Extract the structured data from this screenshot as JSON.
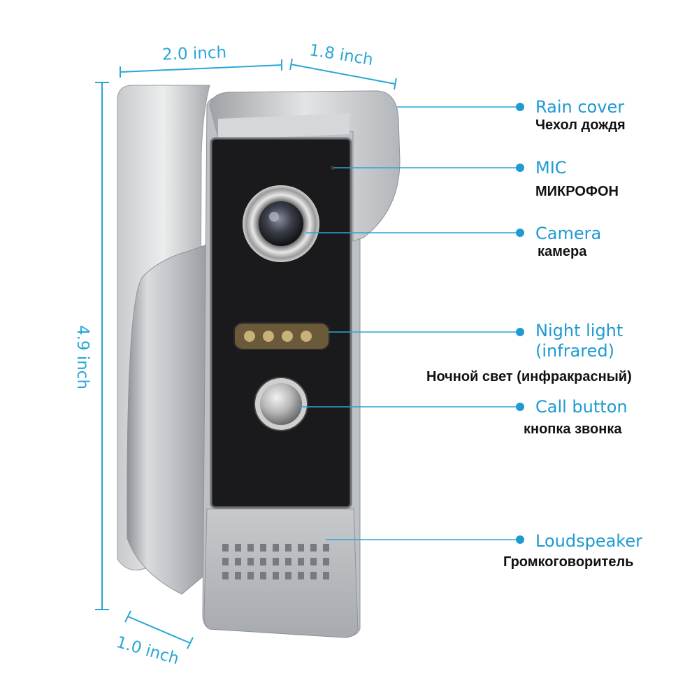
{
  "dimensions": {
    "width_front": "2.0 inch",
    "depth_top": "1.8 inch",
    "height": "4.9 inch",
    "depth_bottom": "1.0 inch"
  },
  "callouts": {
    "rain_cover": {
      "en": "Rain cover",
      "ru": "Чехол дождя"
    },
    "mic": {
      "en": "MIC",
      "ru": "МИКРОФОН"
    },
    "camera": {
      "en": "Camera",
      "ru": "камера"
    },
    "night_light": {
      "en_line1": "Night light",
      "en_line2": "(infrared)",
      "ru": "Ночной свет (инфракрасный)"
    },
    "call_button": {
      "en": "Call button",
      "ru": "кнопка звонка"
    },
    "loudspeaker": {
      "en": "Loudspeaker",
      "ru": "Громкоговоритель"
    }
  },
  "colors": {
    "accent": "#1e9bd0",
    "panel": "#1a1a1c",
    "housing": "#b9bcc1"
  }
}
